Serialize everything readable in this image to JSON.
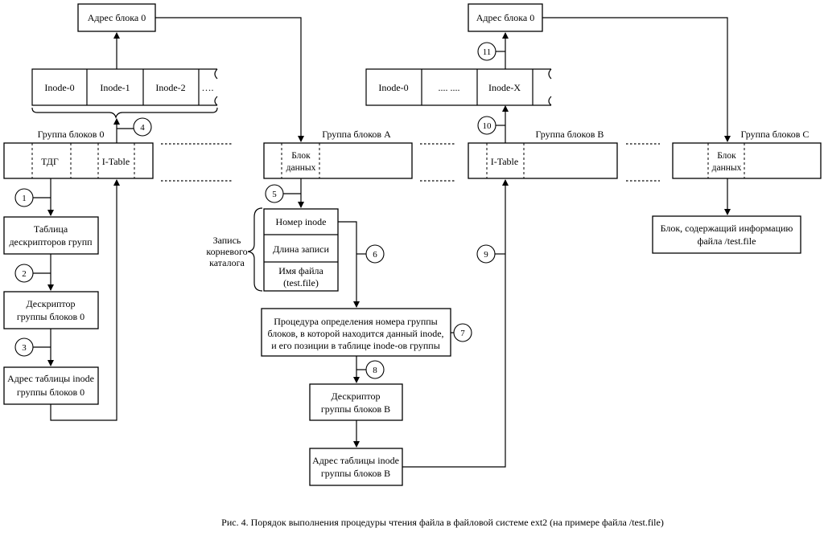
{
  "block_addr_left": "Адрес блока 0",
  "block_addr_right": "Адрес блока 0",
  "inode_left": [
    "Inode-0",
    "Inode-1",
    "Inode-2",
    "…."
  ],
  "inode_right": [
    "Inode-0",
    ".... ....",
    "Inode-X"
  ],
  "group0": {
    "title": "Группа блоков  0",
    "tdg": "ТДГ",
    "itable": "I-Table"
  },
  "groupA": {
    "title": "Группа блоков  A",
    "block_l1": "Блок",
    "block_l2": "данных"
  },
  "groupB": {
    "title": "Группа блоков  B",
    "itable": "I-Table"
  },
  "groupC": {
    "title": "Группа блоков  C",
    "block_l1": "Блок",
    "block_l2": "данных"
  },
  "left_chain": {
    "table_l1": "Таблица",
    "table_l2": "дескрипторов групп",
    "desc_l1": "Дескриптор",
    "desc_l2": "группы блоков 0",
    "addr_l1": "Адрес таблицы inode",
    "addr_l2": "группы блоков 0"
  },
  "dir_record": {
    "label_l1": "Запись",
    "label_l2": "корневого",
    "label_l3": "каталога",
    "inode_no": "Номер inode",
    "rec_len": "Длина записи",
    "name_l1": "Имя файла",
    "name_l2": "(test.file)"
  },
  "procedure": {
    "l1": "Процедура определения номера группы",
    "l2": "блоков, в которой находится данный inode,",
    "l3": "и его позиции в таблице inode-ов группы"
  },
  "descB": {
    "l1": "Дескриптор",
    "l2": "группы блоков B"
  },
  "addrB": {
    "l1": "Адрес таблицы inode",
    "l2": "группы блоков B"
  },
  "file_block": {
    "l1": "Блок, содержащий информацию",
    "l2": "файла /test.file"
  },
  "steps": [
    "1",
    "2",
    "3",
    "4",
    "5",
    "6",
    "7",
    "8",
    "9",
    "10",
    "11"
  ],
  "caption": "Рис. 4. Порядок выполнения процедуры чтения файла в файловой системе ext2 (на примере файла /test.file)"
}
